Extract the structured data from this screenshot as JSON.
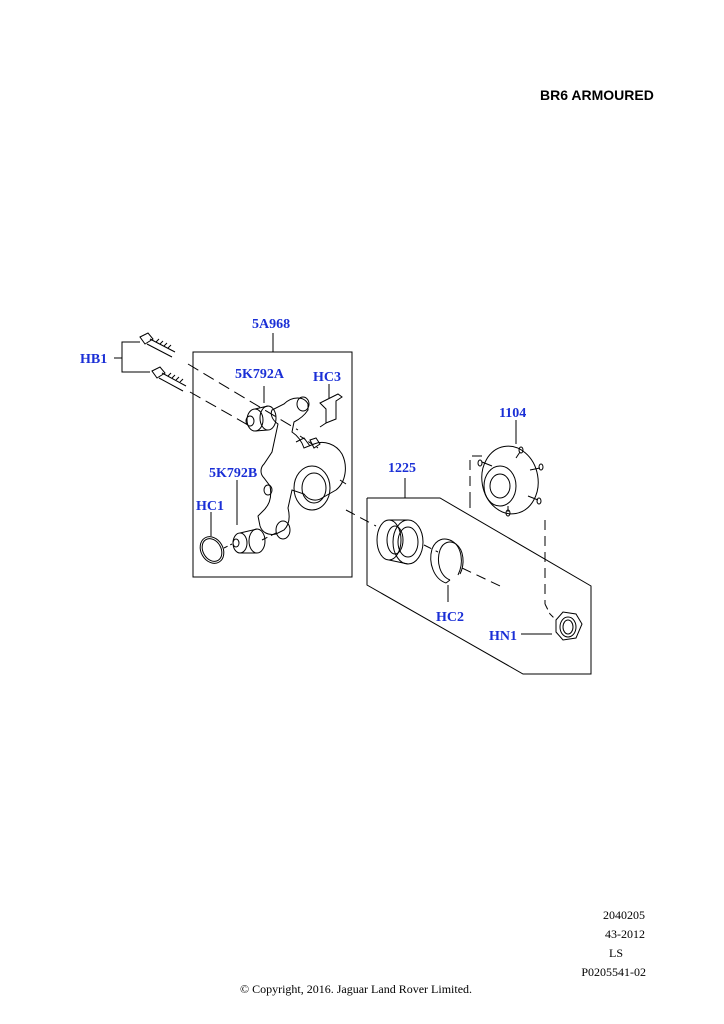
{
  "header": {
    "title": "BR6 ARMOURED"
  },
  "callouts": {
    "knuckle": "5A968",
    "bolt_group": "HB1",
    "upper_bush": "5K792A",
    "clip": "HC3",
    "lower_bush": "5K792B",
    "o_ring": "HC1",
    "hub": "1104",
    "bearing": "1225",
    "circlip": "HC2",
    "hub_nut": "HN1"
  },
  "footer": {
    "code1": "2040205",
    "code2": "43-2012",
    "code3": "LS",
    "code4": "P0205541-02",
    "copyright": "© Copyright, 2016. Jaguar Land Rover Limited."
  },
  "colors": {
    "callout": "#1a2fd6",
    "line": "#000000"
  }
}
